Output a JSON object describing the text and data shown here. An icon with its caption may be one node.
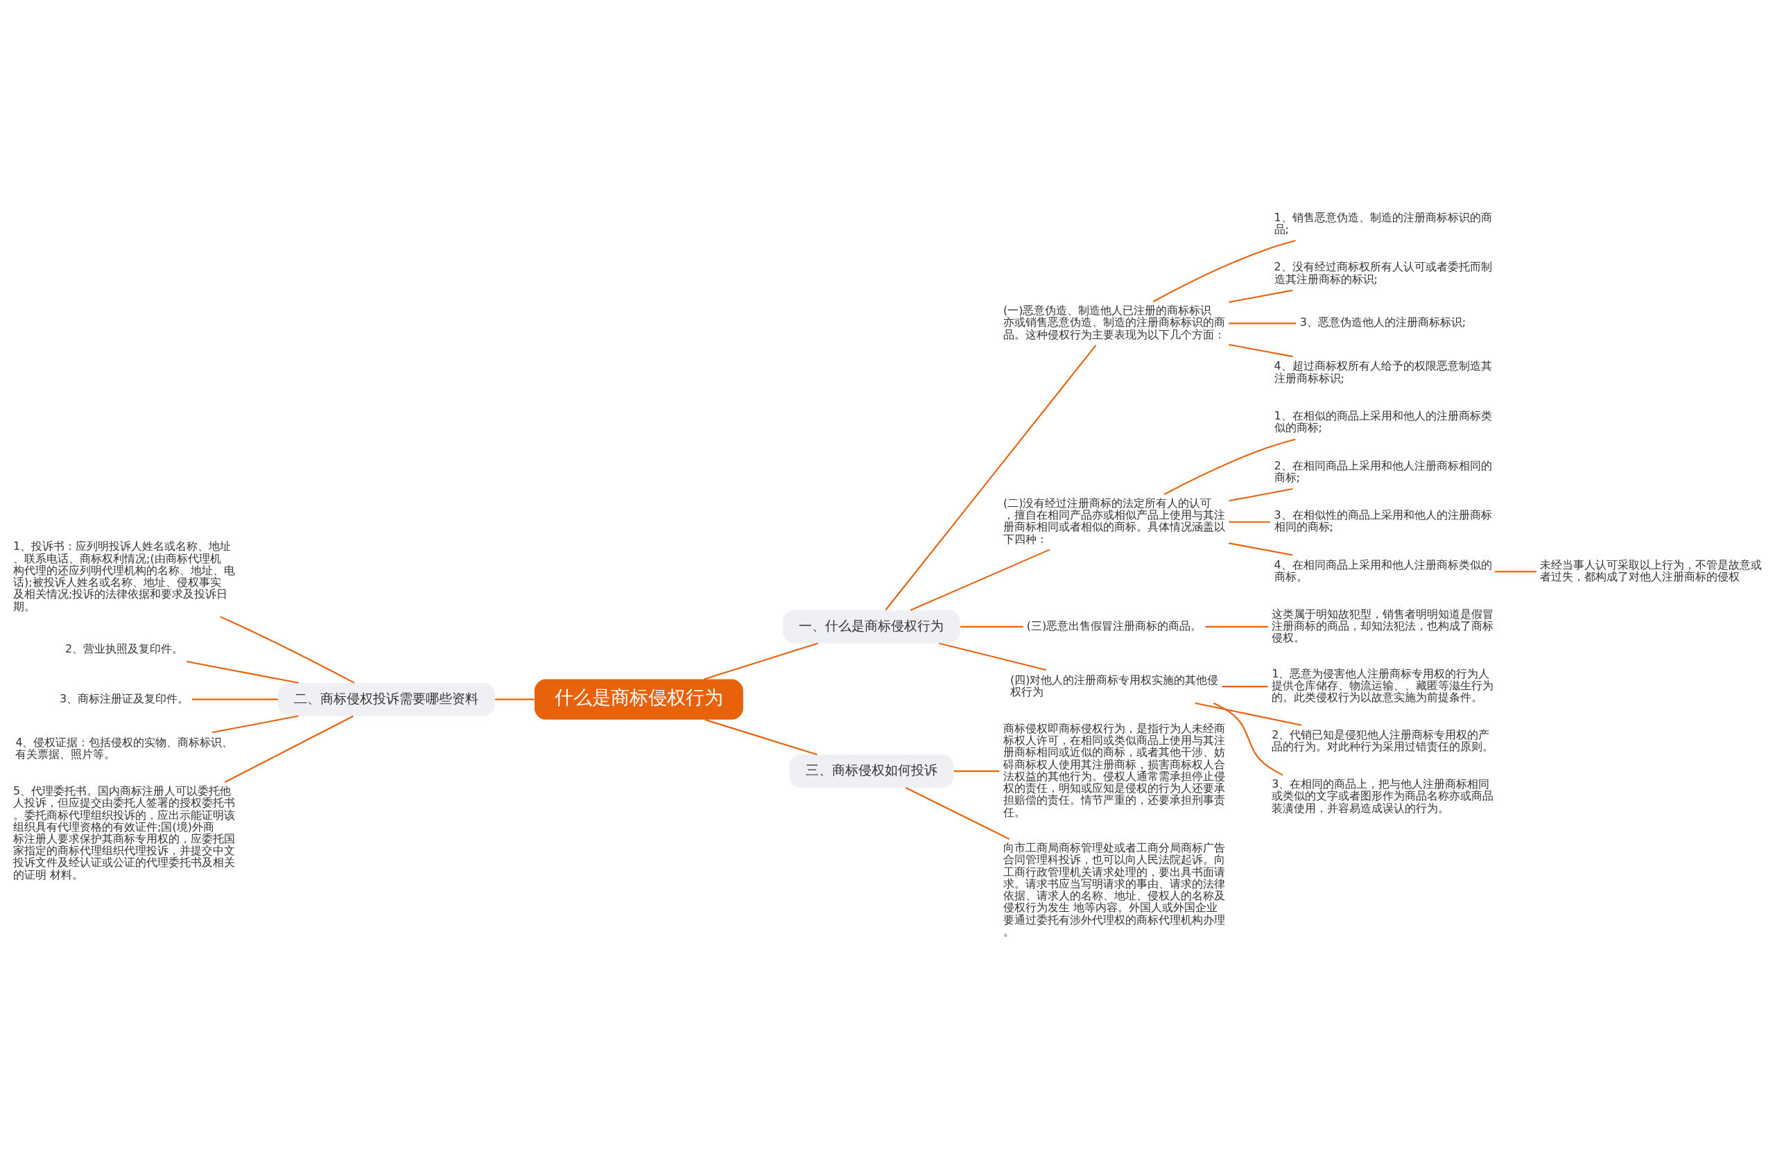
{
  "diagram": {
    "nodes": [
      {
        "text": [
          "什么是商标侵权行为"
        ]
      },
      {
        "text": [
          "一、什么是商标侵权行为"
        ]
      },
      {
        "text": [
          "(一)恶意伪造、制造他人已注册的商标标识亦或销售恶意伪造、制造的注册商标标识的商品。这种侵权行为主要表现为以下几个方面："
        ]
      },
      {
        "text": [
          "1、销售恶意伪造、制造的注册商标标识的商品;"
        ]
      },
      {
        "text": [
          "2、没有经过商标权所有人认可或者委托而制造其注册商标的标识;"
        ]
      },
      {
        "text": [
          "3、恶意伪造他人的注册商标标识;"
        ]
      },
      {
        "text": [
          "4、超过商标权所有人给予的权限恶意制造其注册商标标识;"
        ]
      },
      {
        "text": [
          "(二)没有经过注册商标的法定所有人的认可，擅自在相同产品亦或相似产品上使用与其注册商标相同或者相似的商标。具体情况涵盖以下四种："
        ]
      },
      {
        "text": [
          "1、在相似的商品上采用和他人的注册商标类似的商标;"
        ]
      },
      {
        "text": [
          "2、在相同商品上采用和他人注册商标相同的商标;"
        ]
      },
      {
        "text": [
          "3、在相似性的商品上采用和他人的注册商标相同的商标;"
        ]
      },
      {
        "text": [
          "4、在相同商品上采用和他人注册商标类似的商标。"
        ]
      },
      {
        "text": [
          "未经当事人认可采取以上行为，不管是故意或者过失，都构成了对他人注册商标的侵权"
        ]
      },
      {
        "text": [
          "(三)恶意出售假冒注册商标的商品。"
        ]
      },
      {
        "text": [
          "这类属于明知故犯型，销售者明明知道是假冒注册商标的商品，却知法犯法，也构成了商标侵权。"
        ]
      },
      {
        "text": [
          "(四)对他人的注册商标专用权实施的其他侵权行为"
        ]
      },
      {
        "text": [
          "1、恶意为侵害他人注册商标专用权的行为人提供仓库储存、物流运输、、藏匿等滋生行为的。此类侵权行为以故意实施为前提条件。"
        ]
      },
      {
        "text": [
          "2、代销已知是侵犯他人注册商标专用权的产品的行为。对此种行为采用过错责任的原则。"
        ]
      },
      {
        "text": [
          "3、在相同的商品上，把与他人注册商标相同或类似的文字或者图形作为商品名称亦或商品装潢使用，并容易造成误认的行为。"
        ]
      },
      {
        "text": [
          "二、商标侵权投诉需要哪些资料"
        ]
      },
      {
        "text": [
          "1、投诉书：应列明投诉人姓名或名称、地址、联系电话、商标权利情况;(由商标代理机构代理的还应列明代理机构的名称、地址、电话);被投诉人姓名或名称、地址、侵权事实及相关情况;投诉的法律依据和要求及投诉日期。"
        ]
      },
      {
        "text": [
          "2、营业执照及复印件。"
        ]
      },
      {
        "text": [
          "3、商标注册证及复印件。"
        ]
      },
      {
        "text": [
          "4、侵权证据：包括侵权的实物、商标标识、有关票据、照片等。"
        ]
      },
      {
        "text": [
          "5、代理委托书。国内商标注册人可以委托他人投诉，但应提交由委托人签署的授权委托书。委托商标代理组织投诉的，应出示能证明该组织具有代理资格的有效证件;国(境)外商标注册人要求保护其商标专用权的，应委托国家指定的商标代理组织代理投诉，并提交中文投诉文件及经认证或公证的代理委托书及相关的证明 材料。"
        ]
      },
      {
        "text": [
          "三、商标侵权如何投诉"
        ]
      },
      {
        "text": [
          "商标侵权即商标侵权行为，是指行为人未经商标权人许可，在相同或类似商品上使用与其注册商标相同或近似的商标，或者其他干涉、妨碍商标权人使用其注册商标，损害商标权人合法权益的其他行为。侵权人通常需承担停止侵权的责任，明知或应知是侵权的行为人还要承担赔偿的责任。情节严重的，还要承担刑事责任。"
        ]
      },
      {
        "text": [
          "向市工商局商标管理处或者工商分局商标广告合同管理科投诉，也可以向人民法院起诉。向工商行政管理机关请求处理的，要出具书面请求。请求书应当写明请求的事由、请求的法律依据、请求人的名称、地址、侵权人的名称及侵权行为发生 地等内容。外国人或外国企业要通过委托有涉外代理权的商标代理机构办理。"
        ]
      }
    ],
    "edges": [
      {
        "from": 0,
        "to": 1,
        "arrow": "none"
      },
      {
        "from": 1,
        "to": 2,
        "arrow": "none"
      },
      {
        "from": 2,
        "to": 3,
        "arrow": "none"
      },
      {
        "from": 2,
        "to": 4,
        "arrow": "none"
      },
      {
        "from": 2,
        "to": 5,
        "arrow": "none"
      },
      {
        "from": 2,
        "to": 6,
        "arrow": "none"
      },
      {
        "from": 1,
        "to": 7,
        "arrow": "none"
      },
      {
        "from": 7,
        "to": 8,
        "arrow": "none"
      },
      {
        "from": 7,
        "to": 9,
        "arrow": "none"
      },
      {
        "from": 7,
        "to": 10,
        "arrow": "none"
      },
      {
        "from": 7,
        "to": 11,
        "arrow": "none"
      },
      {
        "from": 11,
        "to": 12,
        "arrow": "none"
      },
      {
        "from": 1,
        "to": 13,
        "arrow": "none"
      },
      {
        "from": 13,
        "to": 14,
        "arrow": "none"
      },
      {
        "from": 1,
        "to": 15,
        "arrow": "none"
      },
      {
        "from": 15,
        "to": 16,
        "arrow": "none"
      },
      {
        "from": 15,
        "to": 17,
        "arrow": "none"
      },
      {
        "from": 15,
        "to": 18,
        "arrow": "none"
      },
      {
        "from": 0,
        "to": 19,
        "arrow": "none"
      },
      {
        "from": 19,
        "to": 20,
        "arrow": "none"
      },
      {
        "from": 19,
        "to": 21,
        "arrow": "none"
      },
      {
        "from": 19,
        "to": 22,
        "arrow": "none"
      },
      {
        "from": 19,
        "to": 23,
        "arrow": "none"
      },
      {
        "from": 19,
        "to": 24,
        "arrow": "none"
      },
      {
        "from": 0,
        "to": 25,
        "arrow": "none"
      },
      {
        "from": 25,
        "to": 26,
        "arrow": "none"
      },
      {
        "from": 25,
        "to": 27,
        "arrow": "none"
      }
    ]
  }
}
